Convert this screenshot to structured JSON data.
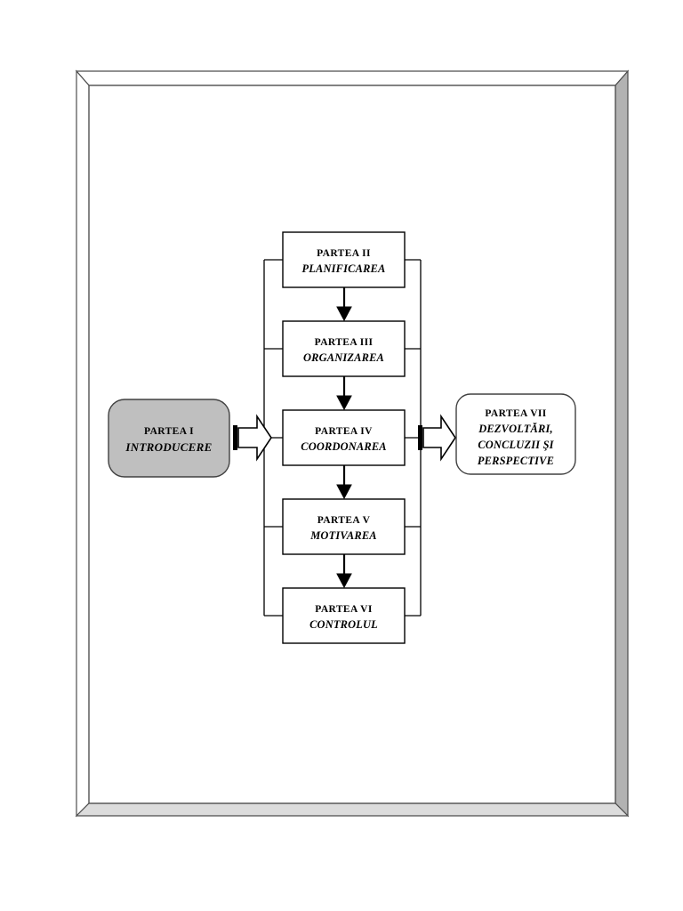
{
  "document": {
    "title": "Structura lucrarii pe parti",
    "language": "ro"
  },
  "frame": {
    "name": "beveled-outer-frame",
    "style": "3d-beveled-rectangle",
    "colors": {
      "top_face": "#ffffff",
      "left_face": "#ffffff",
      "right_face": "#b2b2b2",
      "bottom_face": "#dcdcdc",
      "edge_stroke": "#4d4d4d",
      "canvas": "#ffffff"
    }
  },
  "nodes": {
    "intro": {
      "id": "partea-1",
      "shape": "rounded-rectangle",
      "fill": "#bfbfbf",
      "line1": "PARTEA I",
      "line2": "INTRODUCERE"
    },
    "conclusions": {
      "id": "partea-7",
      "shape": "rounded-rectangle",
      "fill": "#ffffff",
      "line1": "PARTEA VII",
      "line2": "DEZVOLTĂRI,",
      "line3": "CONCLUZII ŞI",
      "line4": "PERSPECTIVE"
    },
    "stack": [
      {
        "id": "partea-2",
        "shape": "rectangle",
        "fill": "#ffffff",
        "line1": "PARTEA II",
        "line2": "PLANIFICAREA"
      },
      {
        "id": "partea-3",
        "shape": "rectangle",
        "fill": "#ffffff",
        "line1": "PARTEA III",
        "line2": "ORGANIZAREA"
      },
      {
        "id": "partea-4",
        "shape": "rectangle",
        "fill": "#ffffff",
        "line1": "PARTEA IV",
        "line2": "COORDONAREA"
      },
      {
        "id": "partea-5",
        "shape": "rectangle",
        "fill": "#ffffff",
        "line1": "PARTEA V",
        "line2": "MOTIVAREA"
      },
      {
        "id": "partea-6",
        "shape": "rectangle",
        "fill": "#ffffff",
        "line1": "PARTEA VI",
        "line2": "CONTROLUL"
      }
    ]
  },
  "connectors": {
    "left_block_arrow": {
      "name": "block-arrow-right-from-intro",
      "direction": "right",
      "style": "open-pentagon-outline-with-black-tail-bar"
    },
    "right_block_arrow": {
      "name": "block-arrow-right-to-conclusions",
      "direction": "right",
      "style": "open-pentagon-outline-with-black-tail-bar"
    },
    "left_bus": {
      "name": "left-vertical-bus",
      "description": "vertical line joining stubs on left side of all five stacked boxes"
    },
    "right_bus": {
      "name": "right-vertical-bus",
      "description": "vertical line joining stubs on right side of all five stacked boxes"
    },
    "sequence_arrows": [
      {
        "from": "partea-2",
        "to": "partea-3",
        "direction": "down"
      },
      {
        "from": "partea-3",
        "to": "partea-4",
        "direction": "down"
      },
      {
        "from": "partea-4",
        "to": "partea-5",
        "direction": "down"
      },
      {
        "from": "partea-5",
        "to": "partea-6",
        "direction": "down"
      }
    ]
  }
}
